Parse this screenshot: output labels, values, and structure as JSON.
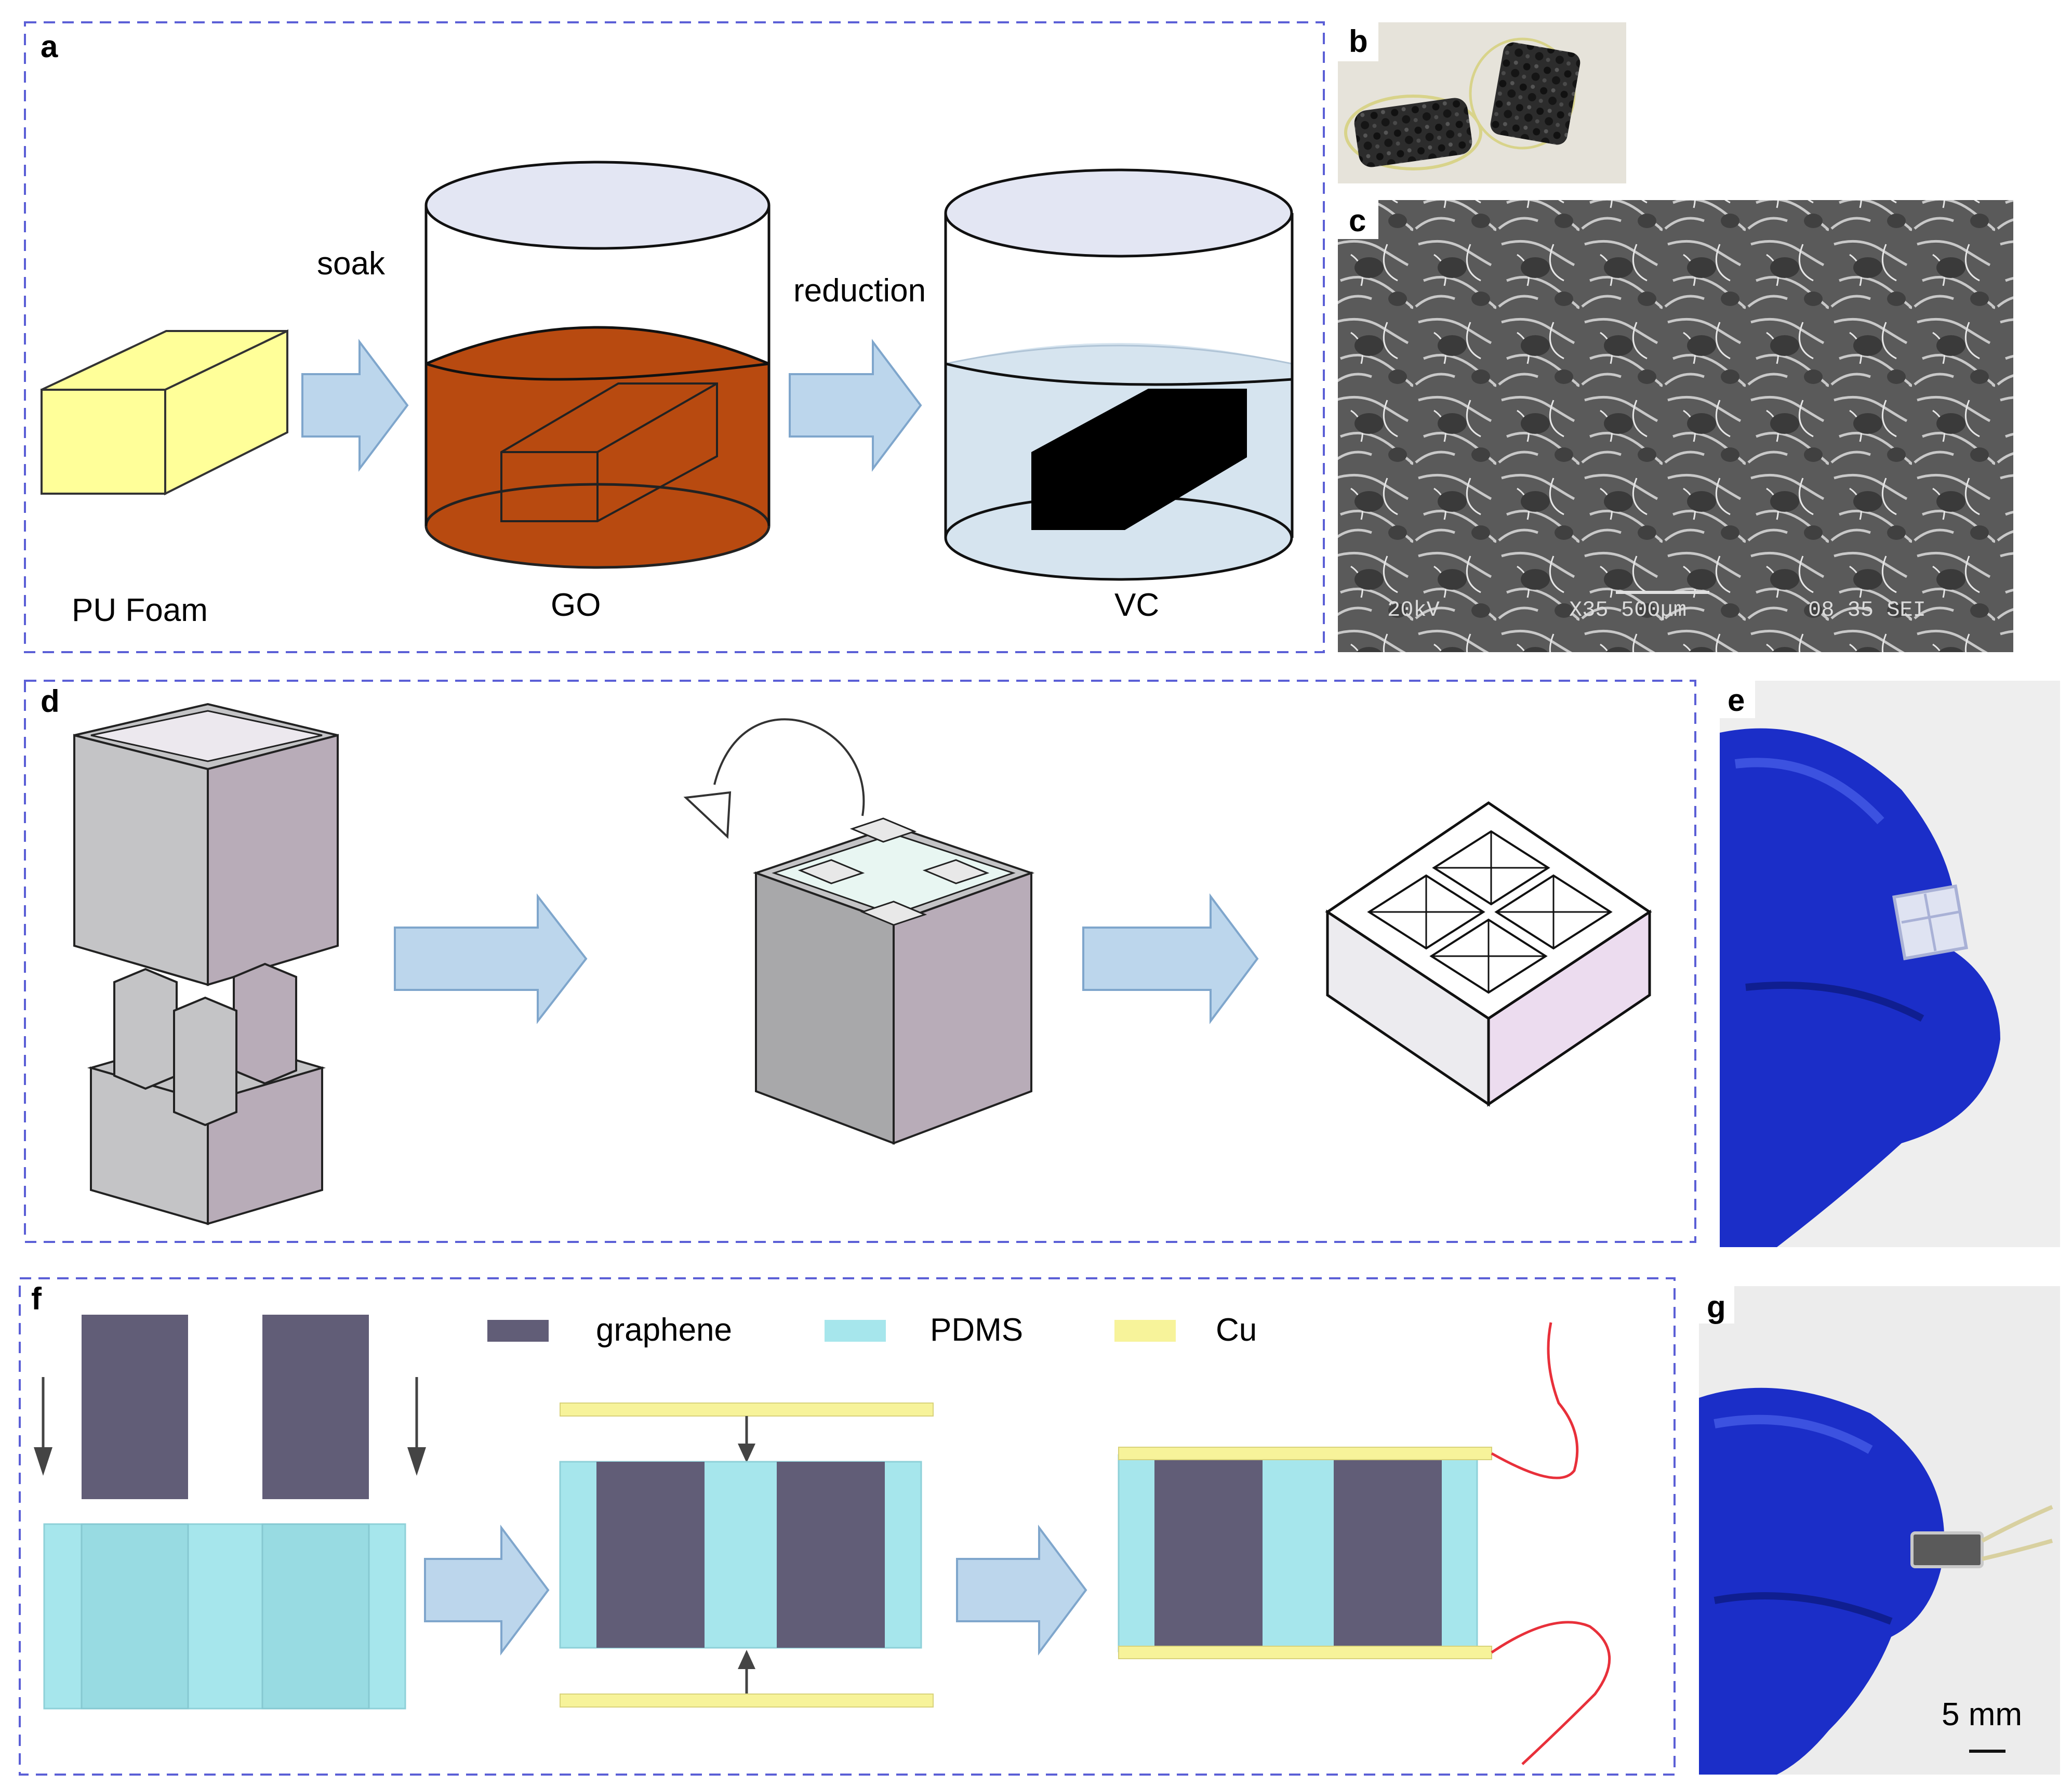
{
  "panels": {
    "a": {
      "label": "a",
      "soak": "soak",
      "reduction": "reduction",
      "pu_foam": "PU Foam",
      "go": "GO",
      "vc": "VC"
    },
    "b": {
      "label": "b"
    },
    "c": {
      "label": "c",
      "sem_voltage": "20kV",
      "sem_mag": "X35",
      "sem_scale": "500μm",
      "sem_code": "08 35 SEI"
    },
    "d": {
      "label": "d"
    },
    "e": {
      "label": "e"
    },
    "f": {
      "label": "f",
      "legend": [
        {
          "name": "graphene",
          "color": "#615d77"
        },
        {
          "name": "PDMS",
          "color": "#a6e6ec"
        },
        {
          "name": "Cu",
          "color": "#f7f39a"
        }
      ]
    },
    "g": {
      "label": "g",
      "scale_bar": "5 mm"
    }
  },
  "colors": {
    "dashed_border": "#5b5fd6",
    "arrow_fill": "#bcd6ec",
    "arrow_stroke": "#7fa6cc",
    "pu_foam": "#ffff99",
    "go_liquid": "#b84a10",
    "vc_liquid": "#d6e4ef",
    "mold_front": "#c4c4c6",
    "mold_side": "#b8acb8",
    "glove": "#1b2ec8",
    "wire": "#e8303a"
  }
}
